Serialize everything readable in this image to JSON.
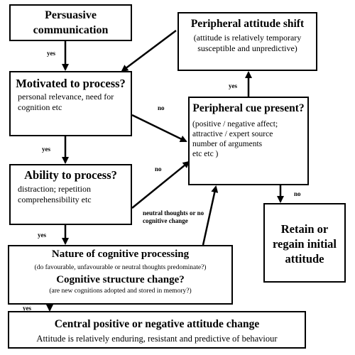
{
  "nodes": {
    "persuasive": {
      "title": "Persuasive communication"
    },
    "motivated": {
      "title": "Motivated to process?",
      "body": "personal relevance, need for cognition etc"
    },
    "ability": {
      "title": "Ability to process?",
      "body": "distraction; repetition comprehensibility etc"
    },
    "shift": {
      "title": "Peripheral attitude shift",
      "body": "(attitude is relatively temporary susceptible and unpredictive)"
    },
    "cue": {
      "title": "Peripheral cue present?",
      "body": "(positive / negative affect;\nattractive / expert source\n number of arguments\n etc etc )"
    },
    "retain": {
      "title": "Retain or regain initial attitude"
    },
    "nature": {
      "title": "Nature of cognitive processing",
      "note": "(do favourable, unfavourable or neutral thoughts predominate?)",
      "title2": "Cognitive structure change?",
      "note2": "(are new cognitions adopted and stored in memory?)"
    },
    "central": {
      "title": "Central positive or negative attitude change",
      "body": "Attitude is relatively enduring, resistant and predictive of behaviour"
    }
  },
  "edge_labels": {
    "yes_persuasive_motivated": "yes",
    "no_motivated_cue": "no",
    "yes_motivated_ability": "yes",
    "no_ability_cue": "no",
    "yes_ability_nature": "yes",
    "yes_cue_shift": "yes",
    "no_cue_retain": "no",
    "neutral_nature_cue": "neutral thoughts or no cognitive change",
    "yes_nature_central": "yes"
  }
}
